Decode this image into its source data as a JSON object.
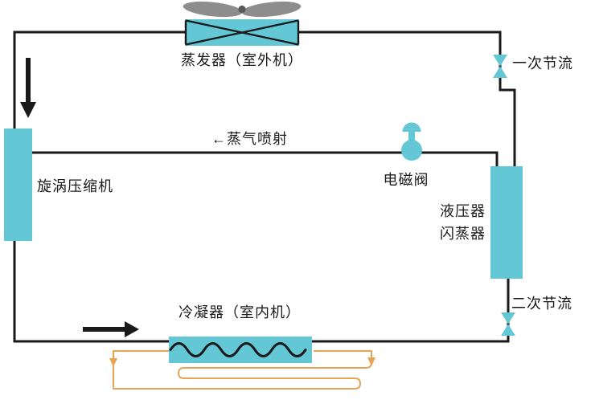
{
  "diagram": {
    "type": "refrigeration-cycle-schematic",
    "labels": {
      "evaporator": "蒸发器（室外机）",
      "primary_throttle": "一次节流",
      "vapor_injection": "←蒸气喷射",
      "solenoid_valve": "电磁阀",
      "compressor": "旋涡压缩机",
      "flash_tank_line1": "液压器",
      "flash_tank_line2": "闪蒸器",
      "secondary_throttle": "二次节流",
      "condenser": "冷凝器（室内机）"
    },
    "icons": {
      "fan": "fan-propeller-icon",
      "primary_valve": "throttle-valve-bowtie-icon",
      "secondary_valve": "throttle-valve-bowtie-icon",
      "solenoid": "solenoid-valve-mushroom-icon",
      "flow_down": "down-arrow-icon",
      "flow_right": "right-arrow-icon",
      "floor_loop": "floor-heating-serpentine-coil"
    },
    "colors": {
      "ink": "#1a1a1a",
      "component_fill": "#64c7d6",
      "fan_blade": "#8d8d8d",
      "fan_hub": "#5a5a5a",
      "floor_coil": "#e7a455",
      "background": "#ffffff"
    }
  }
}
